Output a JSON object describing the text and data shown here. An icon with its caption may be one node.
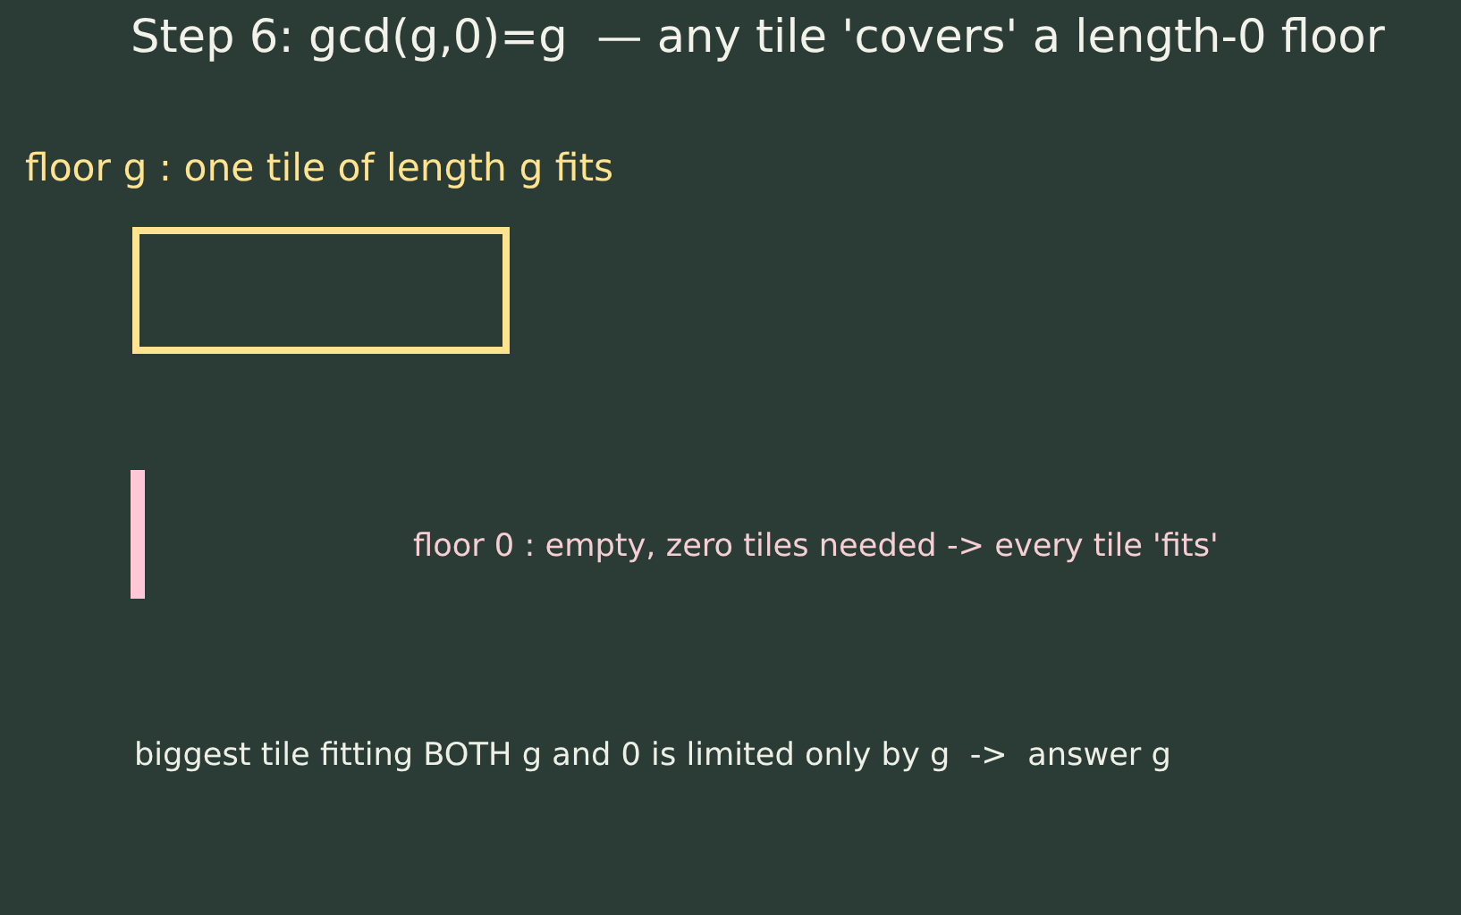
{
  "diagram": {
    "title": "Step 6: gcd(g,0)=g  — any tile 'covers' a length-0 floor",
    "nodes": [
      {
        "text": [],
        "shape": "box",
        "beside": [
          "floor g : one tile of length g fits"
        ]
      },
      {
        "text": [],
        "shape": "bar"
      }
    ],
    "labels": [
      "floor 0 : empty, zero tiles needed -> every tile 'fits'",
      "biggest tile fitting BOTH g and 0 is limited only by g  ->  answer g"
    ]
  }
}
